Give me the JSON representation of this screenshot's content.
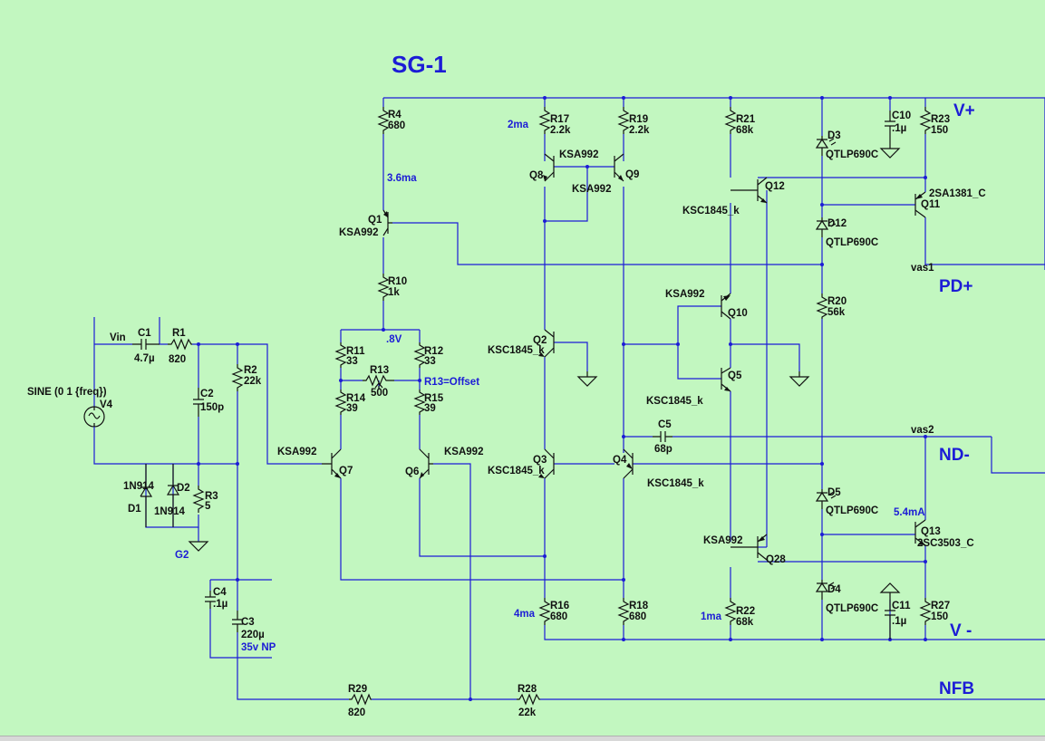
{
  "title": "SG-1",
  "nets": {
    "vin": "Vin",
    "vplus": "V+",
    "pdplus": "PD+",
    "ndminus": "ND-",
    "vminus": "V -",
    "nfb": "NFB",
    "vas1": "vas1",
    "vas2": "vas2",
    "g2": "G2"
  },
  "source": {
    "ref": "V4",
    "value": "SINE (0 1 {freq})"
  },
  "components": {
    "C1": {
      "ref": "C1",
      "value": "4.7µ"
    },
    "R1": {
      "ref": "R1",
      "value": "820"
    },
    "C2": {
      "ref": "C2",
      "value": "150p"
    },
    "R2": {
      "ref": "R2",
      "value": "22k"
    },
    "R3": {
      "ref": "R3",
      "value": "5"
    },
    "D1": {
      "ref": "D1",
      "value": "1N914"
    },
    "D2": {
      "ref": "D2",
      "value": "1N914"
    },
    "C4": {
      "ref": "C4",
      "value": ".1µ"
    },
    "C3": {
      "ref": "C3",
      "value": "220µ"
    },
    "R4": {
      "ref": "R4",
      "value": "680"
    },
    "Q1": {
      "ref": "Q1",
      "value": "KSA992"
    },
    "R10": {
      "ref": "R10",
      "value": "1k"
    },
    "R11": {
      "ref": "R11",
      "value": "33"
    },
    "R12": {
      "ref": "R12",
      "value": "33"
    },
    "R13": {
      "ref": "R13",
      "value": "500"
    },
    "R14": {
      "ref": "R14",
      "value": "39"
    },
    "R15": {
      "ref": "R15",
      "value": "39"
    },
    "Q7": {
      "ref": "Q7",
      "value": "KSA992"
    },
    "Q6": {
      "ref": "Q6",
      "value": "KSA992"
    },
    "R17": {
      "ref": "R17",
      "value": "2.2k"
    },
    "R19": {
      "ref": "R19",
      "value": "2.2k"
    },
    "Q8": {
      "ref": "Q8",
      "value": "KSA992"
    },
    "Q9": {
      "ref": "Q9",
      "value": "KSA992"
    },
    "Q2": {
      "ref": "Q2",
      "value": "KSC1845_k"
    },
    "Q3": {
      "ref": "Q3",
      "value": "KSC1845_k"
    },
    "Q4": {
      "ref": "Q4",
      "value": "KSC1845_k"
    },
    "R16": {
      "ref": "R16",
      "value": "680"
    },
    "R18": {
      "ref": "R18",
      "value": "680"
    },
    "C5": {
      "ref": "C5",
      "value": "68p"
    },
    "R21": {
      "ref": "R21",
      "value": "68k"
    },
    "Q12": {
      "ref": "Q12",
      "value": "KSC1845_k"
    },
    "Q10": {
      "ref": "Q10",
      "value": "KSA992"
    },
    "Q5": {
      "ref": "Q5",
      "value": "KSC1845_k"
    },
    "Q28": {
      "ref": "Q28",
      "value": "KSA992"
    },
    "R22": {
      "ref": "R22",
      "value": "68k"
    },
    "D3": {
      "ref": "D3",
      "value": "QTLP690C"
    },
    "D12": {
      "ref": "D12",
      "value": "QTLP690C"
    },
    "D5": {
      "ref": "D5",
      "value": "QTLP690C"
    },
    "D4": {
      "ref": "D4",
      "value": "QTLP690C"
    },
    "R20": {
      "ref": "R20",
      "value": "56k"
    },
    "C10": {
      "ref": "C10",
      "value": ".1µ"
    },
    "C11": {
      "ref": "C11",
      "value": ".1µ"
    },
    "R23": {
      "ref": "R23",
      "value": "150"
    },
    "R27": {
      "ref": "R27",
      "value": "150"
    },
    "Q11": {
      "ref": "Q11",
      "value": "2SA1381_C"
    },
    "Q13": {
      "ref": "Q13",
      "value": "2SC3503_C"
    },
    "R29": {
      "ref": "R29",
      "value": "820"
    },
    "R28": {
      "ref": "R28",
      "value": "22k"
    }
  },
  "notes": {
    "c3_rating": "35v NP",
    "q1_current": "3.6ma",
    "r10_voltage": ".8V",
    "r13_offset": "R13=Offset",
    "lts_current": "2ma",
    "tail_current": "4ma",
    "vas_current": "1ma",
    "q13_current": "5.4mA"
  },
  "colors": {
    "background": "#c2f7c0",
    "wire": "#1c1cd6",
    "component": "#111111",
    "annotation": "#1c1cd6"
  }
}
